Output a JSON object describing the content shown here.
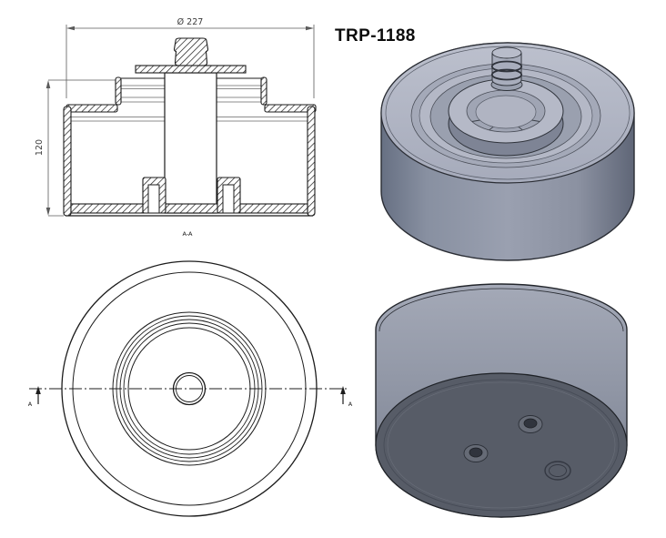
{
  "title": "TRP-1188",
  "section_view": {
    "diameter_label": "Ø 227",
    "height_label": "120",
    "section_label": "A-A"
  },
  "top_view": {
    "section_marker_left": "A",
    "section_marker_right": "A"
  },
  "colors": {
    "line": "#1c1c1c",
    "dimension_line": "#5a5a5a",
    "render_light": "#b4b8c6",
    "render_mid": "#8d93a3",
    "render_dark_face": "#575c67",
    "background": "#ffffff"
  }
}
